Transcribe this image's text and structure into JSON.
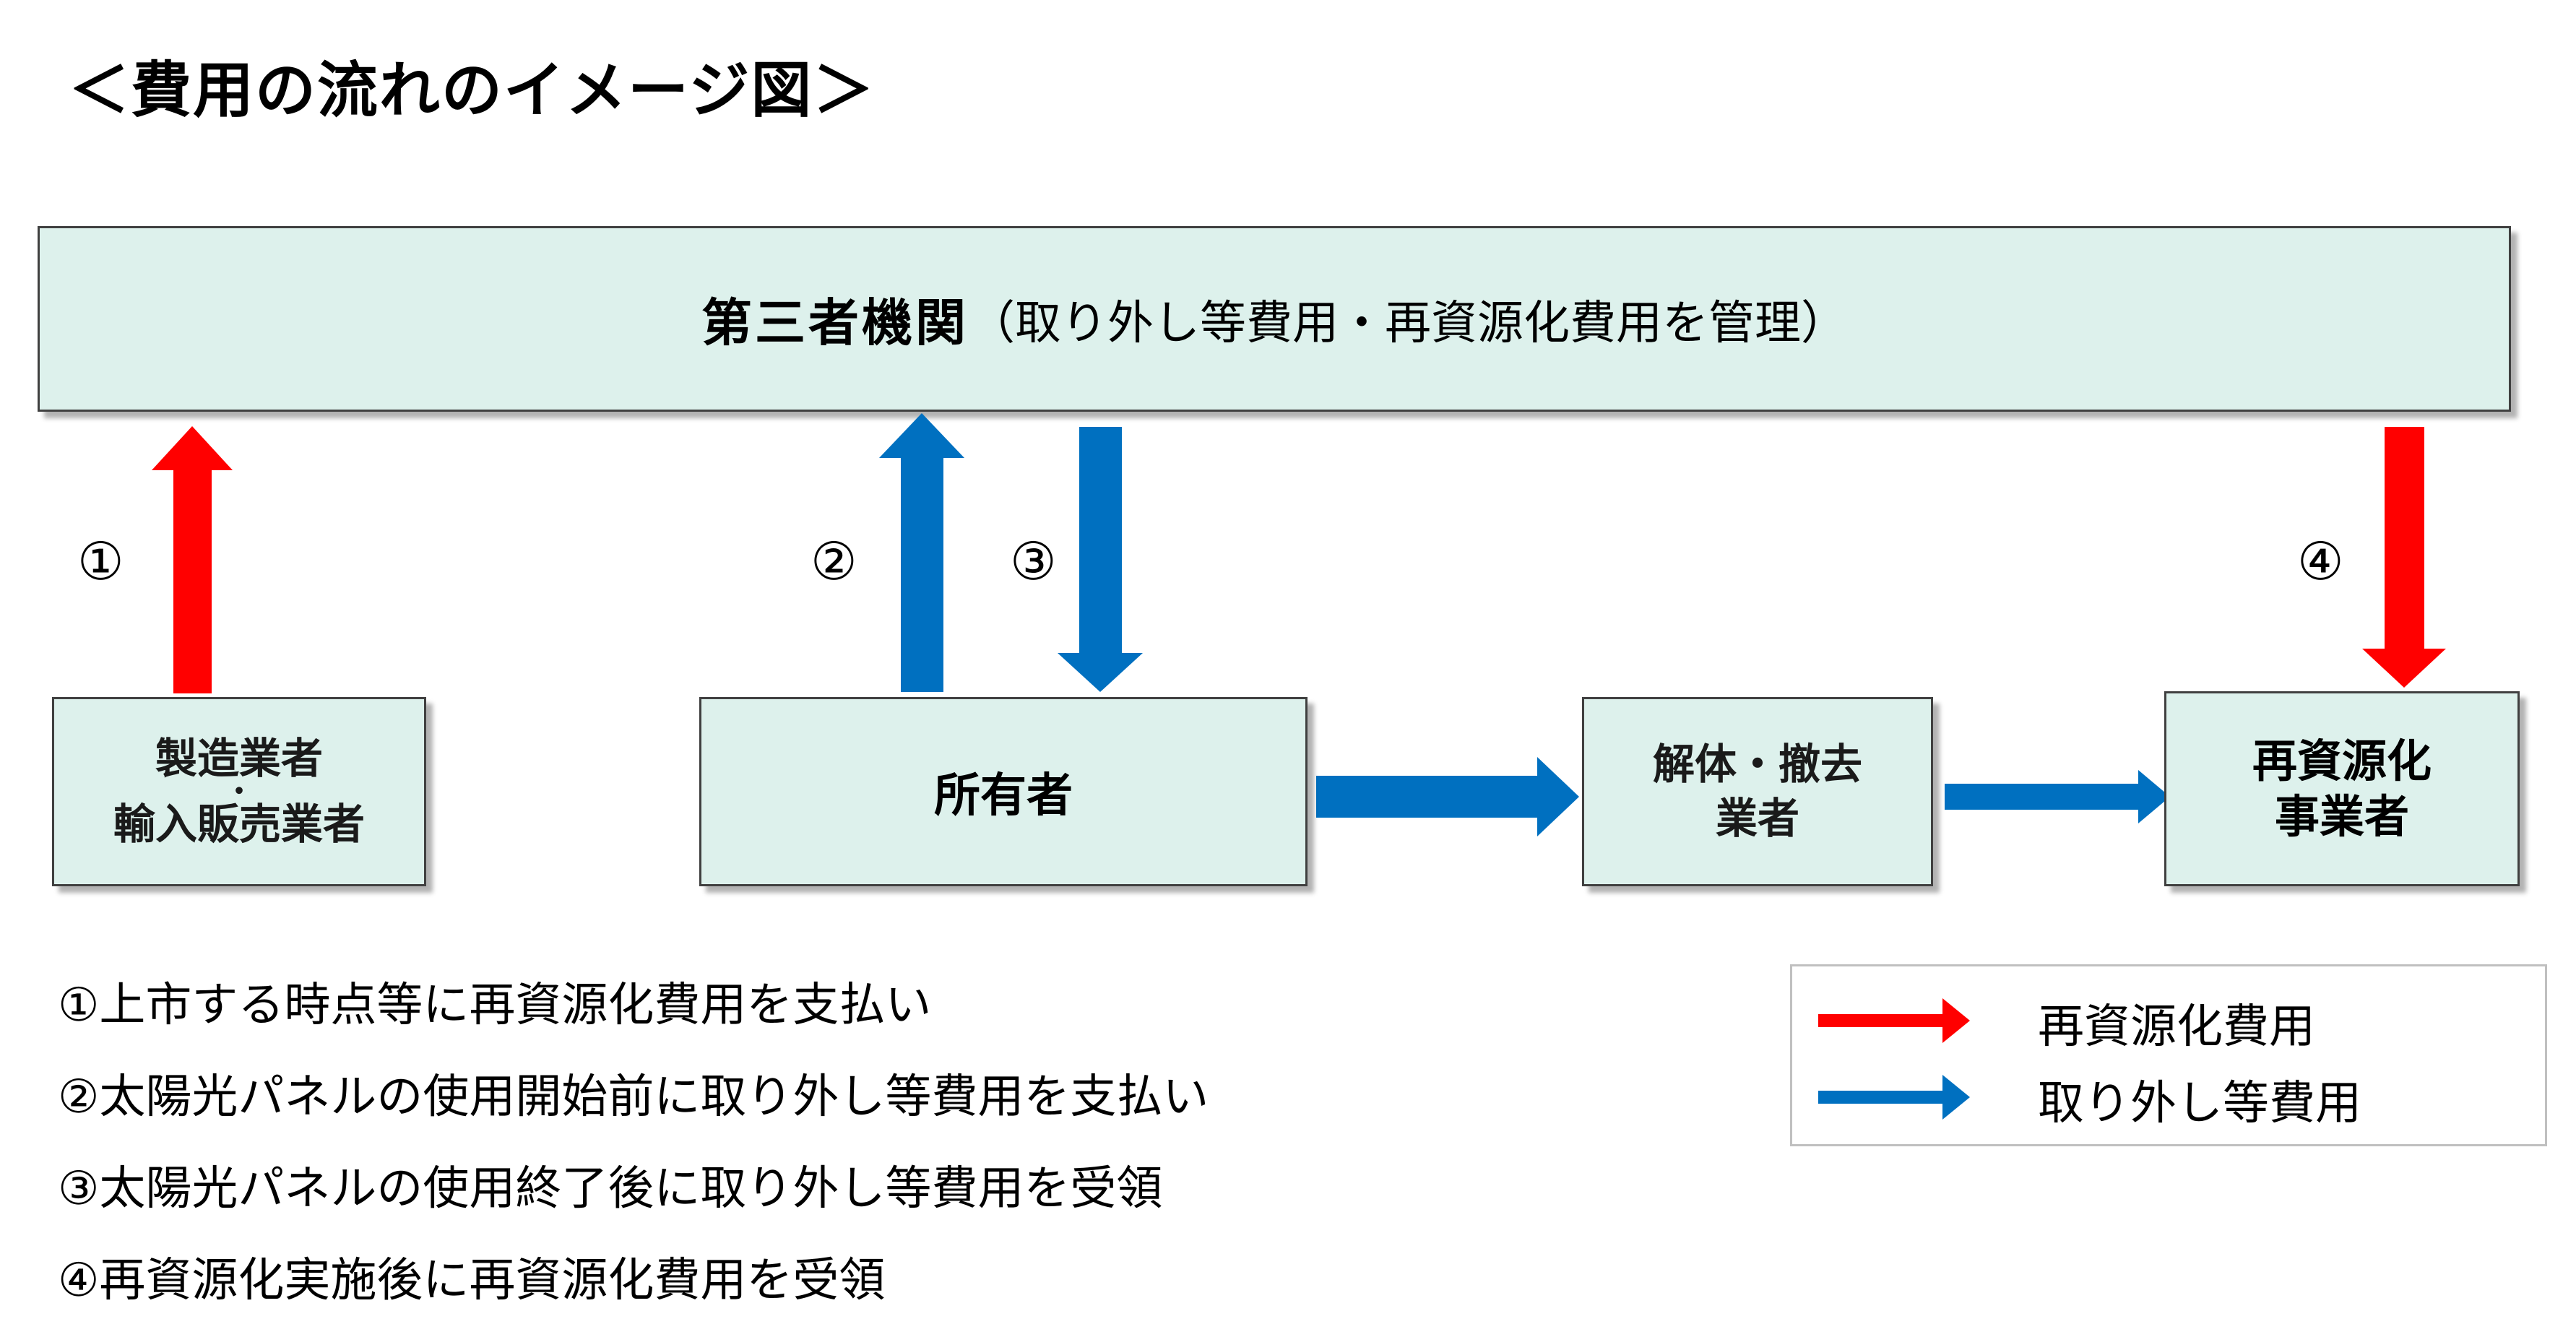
{
  "title": "＜費用の流れのイメージ図＞",
  "top_box": {
    "main": "第三者機関",
    "sub": "（取り外し等費用・再資源化費用を管理）"
  },
  "boxes": {
    "maker_line1": "製造業者",
    "maker_dot": "・",
    "maker_line2": "輸入販売業者",
    "owner": "所有者",
    "dismantle_line1": "解体・撤去",
    "dismantle_line2": "業者",
    "recycler_line1": "再資源化",
    "recycler_line2": "事業者"
  },
  "steps": [
    "①",
    "②",
    "③",
    "④"
  ],
  "notes": [
    "①上市する時点等に再資源化費用を支払い",
    "②太陽光パネルの使用開始前に取り外し等費用を支払い",
    "③太陽光パネルの使用終了後に取り外し等費用を受領",
    "④再資源化実施後に再資源化費用を受領"
  ],
  "legend": {
    "red_label": "再資源化費用",
    "blue_label": "取り外し等費用"
  },
  "colors": {
    "red_arrow": "#ff0000",
    "blue_arrow": "#0070c0",
    "box_fill": "#ddf1ec"
  }
}
